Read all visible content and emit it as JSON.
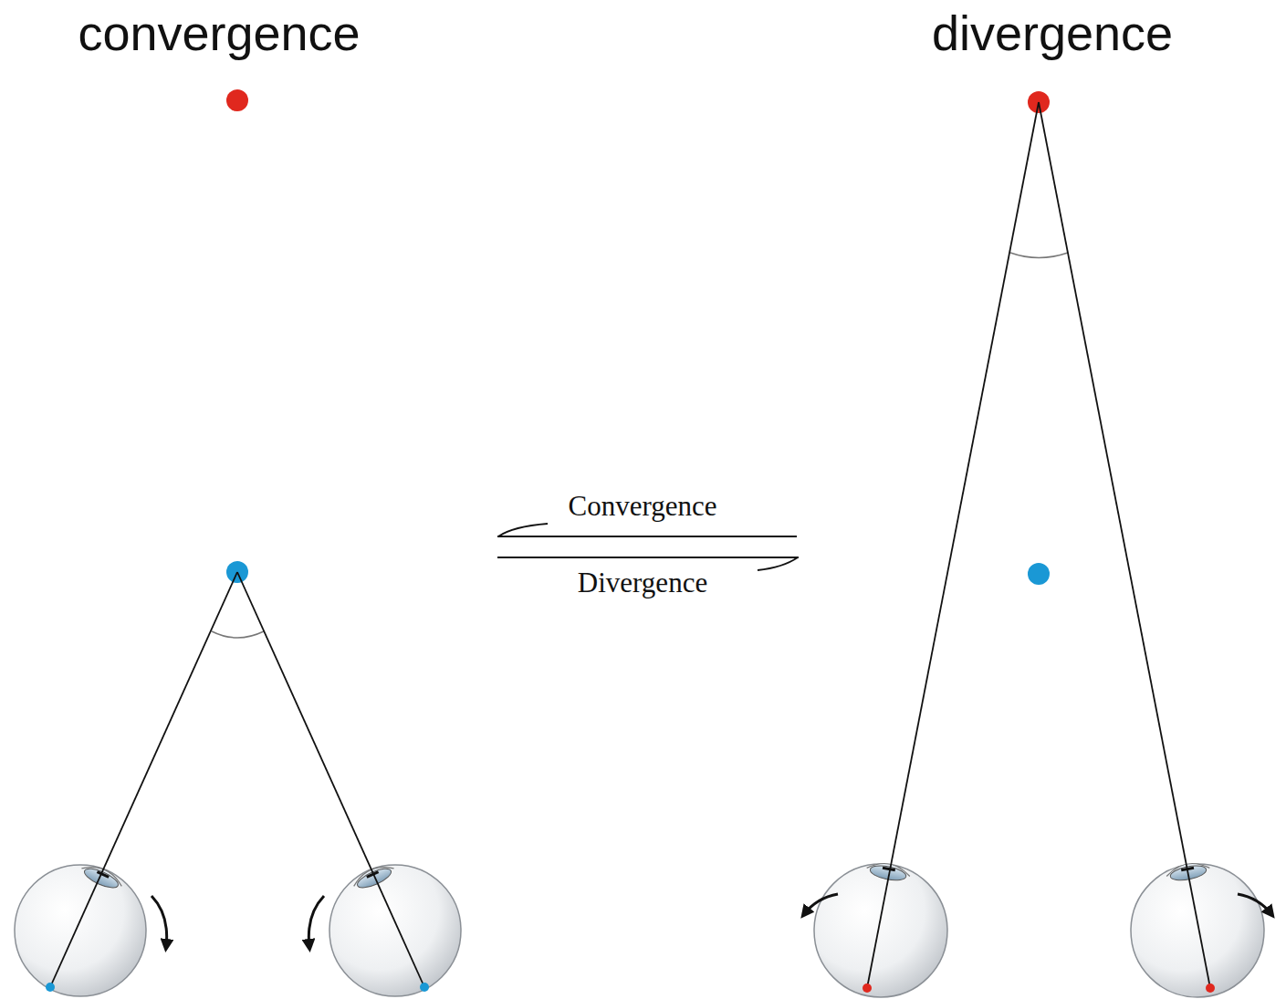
{
  "diagram": {
    "labels": [
      "convergence",
      "divergence",
      "Convergence",
      "Divergence"
    ]
  }
}
